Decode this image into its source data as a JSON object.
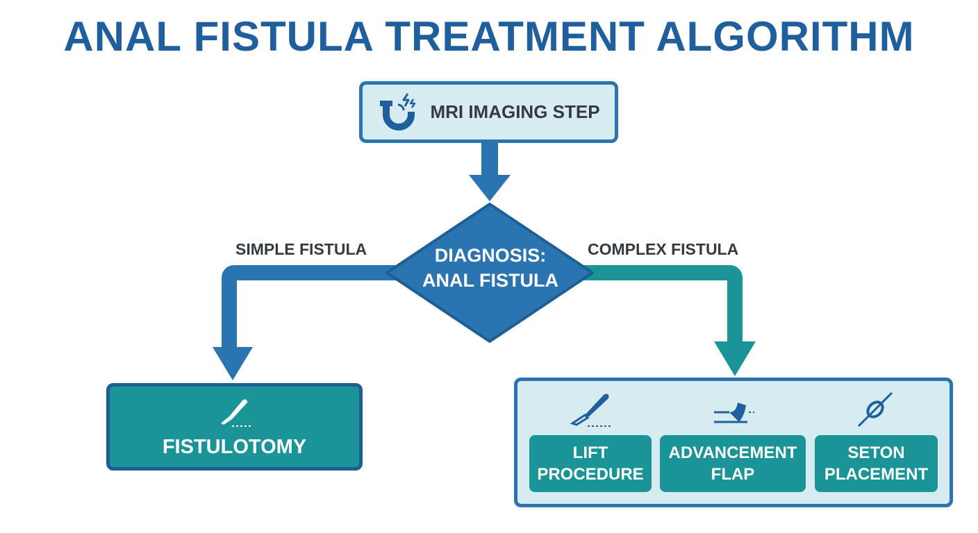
{
  "title": "ANAL FISTULA TREATMENT ALGORITHM",
  "mri_step": {
    "label": "MRI IMAGING STEP",
    "icon": "magnet-icon"
  },
  "diagnosis": {
    "line1": "DIAGNOSIS:",
    "line2": "ANAL FISTULA"
  },
  "branches": {
    "simple": "SIMPLE FISTULA",
    "complex": "COMPLEX FISTULA"
  },
  "simple_treatment": {
    "label": "FISTULOTOMY",
    "icon": "scalpel-icon"
  },
  "complex_treatments": [
    {
      "line1": "LIFT",
      "line2": "PROCEDURE",
      "icon": "scalpel-icon"
    },
    {
      "line1": "ADVANCEMENT",
      "line2": "FLAP",
      "icon": "flap-icon"
    },
    {
      "line1": "SETON",
      "line2": "PLACEMENT",
      "icon": "seton-icon"
    }
  ],
  "colors": {
    "title": "#1f5f9e",
    "primary_blue": "#2b74b2",
    "teal": "#1a9496",
    "light_fill": "#d6ecf0"
  }
}
